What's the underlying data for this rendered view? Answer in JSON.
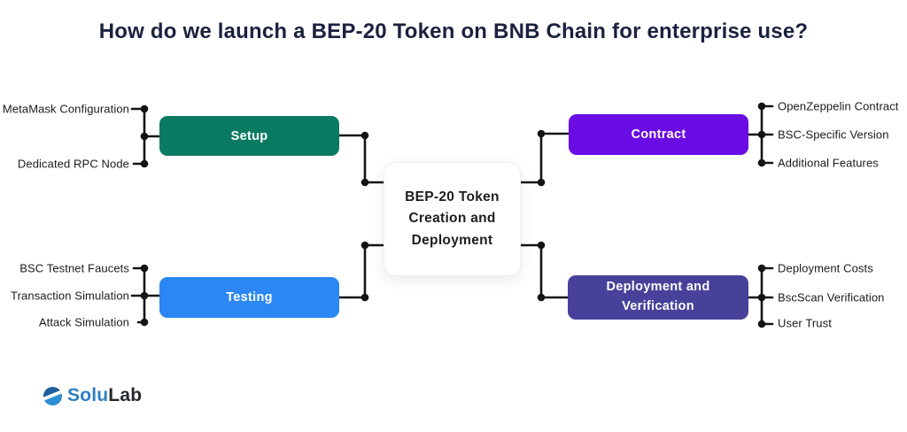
{
  "title": "How do we launch a BEP-20 Token on BNB Chain for enterprise use?",
  "center": {
    "label": "BEP-20 Token Creation and Deployment"
  },
  "branches": {
    "setup": {
      "label": "Setup",
      "color": "#0b7a62",
      "leaves": [
        "MetaMask Configuration",
        "Dedicated RPC Node"
      ]
    },
    "testing": {
      "label": "Testing",
      "color": "#2a87f4",
      "leaves": [
        "BSC Testnet Faucets",
        "Transaction Simulation",
        "Attack Simulation"
      ]
    },
    "contract": {
      "label": "Contract",
      "color": "#6a0ce4",
      "leaves": [
        "OpenZeppelin Contract",
        "BSC-Specific Version",
        "Additional Features"
      ]
    },
    "deployment": {
      "label": "Deployment and Verification",
      "color": "#48419a",
      "leaves": [
        "Deployment Costs",
        "BscScan Verification",
        "User Trust"
      ]
    }
  },
  "connector_color": "#141414",
  "logo": {
    "part1": "Solu",
    "part2": "Lab"
  }
}
